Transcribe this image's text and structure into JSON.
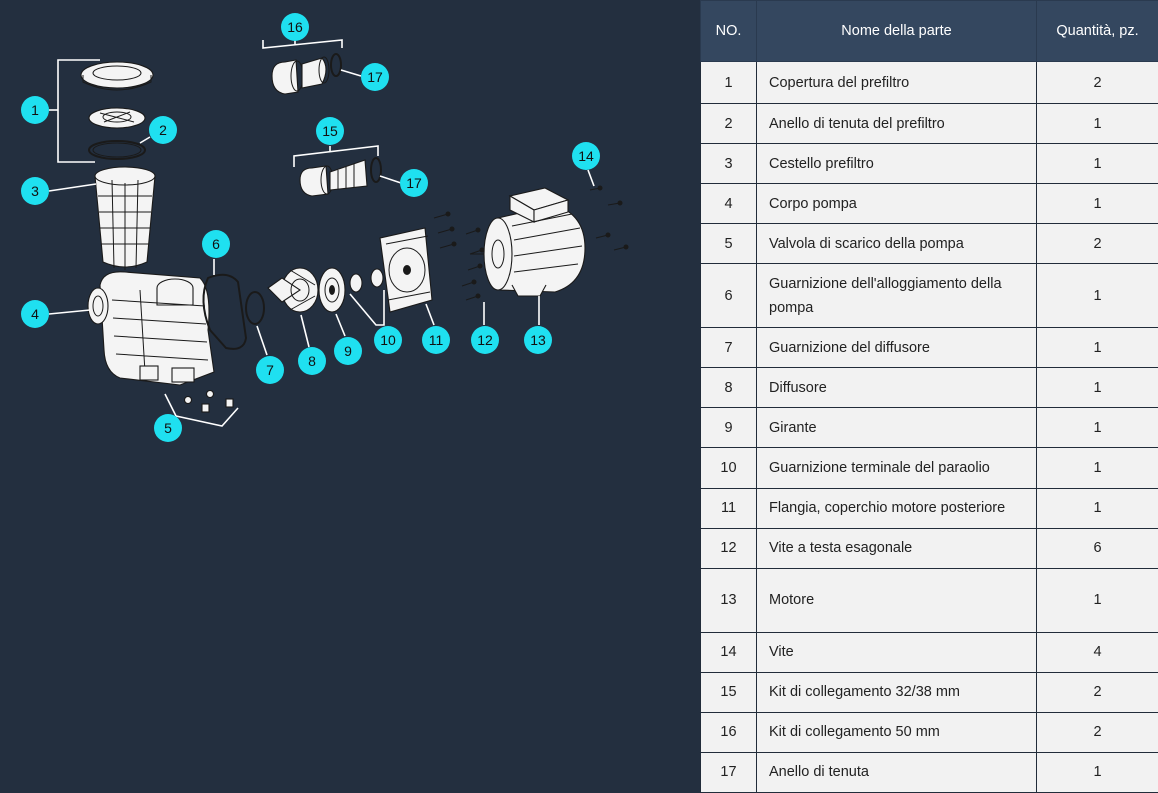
{
  "callouts": [
    "1",
    "2",
    "3",
    "4",
    "5",
    "6",
    "7",
    "8",
    "9",
    "10",
    "11",
    "12",
    "13",
    "14",
    "15",
    "16",
    "17",
    "17"
  ],
  "table": {
    "headers": {
      "no": "NO.",
      "name": "Nome della parte",
      "qty": "Quantità, pz."
    },
    "rows": [
      {
        "no": "1",
        "name": "Copertura del prefiltro",
        "qty": "2"
      },
      {
        "no": "2",
        "name": "Anello di tenuta del prefiltro",
        "qty": "1"
      },
      {
        "no": "3",
        "name": "Cestello prefiltro",
        "qty": "1"
      },
      {
        "no": "4",
        "name": "Corpo pompa",
        "qty": "1"
      },
      {
        "no": "5",
        "name": "Valvola di scarico della pompa",
        "qty": "2"
      },
      {
        "no": "6",
        "name": "Guarnizione dell'alloggiamento della pompa",
        "qty": "1"
      },
      {
        "no": "7",
        "name": "Guarnizione del diffusore",
        "qty": "1"
      },
      {
        "no": "8",
        "name": "Diffusore",
        "qty": "1"
      },
      {
        "no": "9",
        "name": "Girante",
        "qty": "1"
      },
      {
        "no": "10",
        "name": "Guarnizione terminale del paraolio",
        "qty": "1"
      },
      {
        "no": "11",
        "name": "Flangia, coperchio motore posteriore",
        "qty": "1"
      },
      {
        "no": "12",
        "name": "Vite a testa esagonale",
        "qty": "6"
      },
      {
        "no": "13",
        "name": "Motore",
        "qty": "1"
      },
      {
        "no": "14",
        "name": "Vite",
        "qty": "4"
      },
      {
        "no": "15",
        "name": "Kit di collegamento 32/38 mm",
        "qty": "2"
      },
      {
        "no": "16",
        "name": "Kit di collegamento 50 mm",
        "qty": "2"
      },
      {
        "no": "17",
        "name": "Anello di tenuta",
        "qty": "1"
      }
    ]
  },
  "colors": {
    "background": "#232f3f",
    "callout": "#1fe0f0",
    "header": "#34475f",
    "row": "#f2f2f2"
  }
}
